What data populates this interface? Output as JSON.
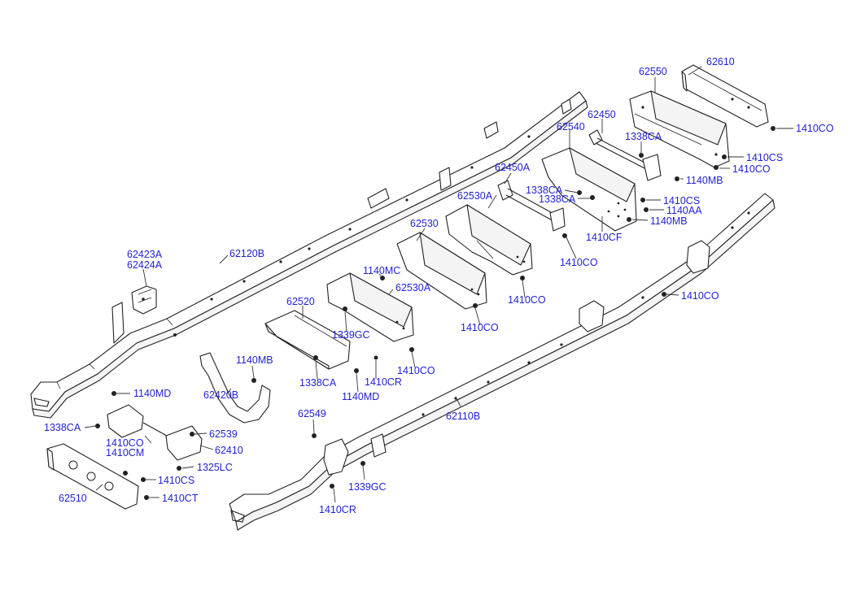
{
  "labels": {
    "l62610": "62610",
    "l62550": "62550",
    "l62450": "62450",
    "l62540": "62540",
    "l1338CA_a": "1338CA",
    "l1410CO_a": "1410CO",
    "l1410CS_a": "1410CS",
    "l1410CO_b": "1410CO",
    "l1140MB_a": "1140MB",
    "l62450A": "62450A",
    "l1338CA_b": "1338CA",
    "l1338CA_c": "1338CA",
    "l1410CS_b": "1410CS",
    "l1140AA": "1140AA",
    "l1140MB_b": "1140MB",
    "l62530A_a": "62530A",
    "l1410CF": "1410CF",
    "l62530": "62530",
    "l1410CO_c": "1410CO",
    "l62423A": "62423A",
    "l62424A": "62424A",
    "l62120B": "62120B",
    "l1140MC": "1140MC",
    "l62530A_b": "62530A",
    "l1410CO_d": "1410CO",
    "l1410CO_e": "1410CO",
    "l62520": "62520",
    "l1339GC_a": "1339GC",
    "l1410CO_f": "1410CO",
    "l1140MB_c": "1140MB",
    "l1338CA_d": "1338CA",
    "l1410CR_a": "1410CR",
    "l1140MD_a": "1140MD",
    "l1140MD_b": "1140MD",
    "l62420B": "62420B",
    "l1338CA_e": "1338CA",
    "l1410CO_g": "1410CO",
    "l1410CM": "1410CM",
    "l62539": "62539",
    "l62410": "62410",
    "l1325LC": "1325LC",
    "l1410CS_c": "1410CS",
    "l62510": "62510",
    "l1410CT": "1410CT",
    "l62549": "62549",
    "l62110B": "62110B",
    "l1339GC_b": "1339GC",
    "l1410CR_b": "1410CR",
    "l1410CO_h": "1410CO"
  },
  "colors": {
    "label": "#1f1fd6",
    "line": "#222222",
    "background": "#ffffff"
  }
}
